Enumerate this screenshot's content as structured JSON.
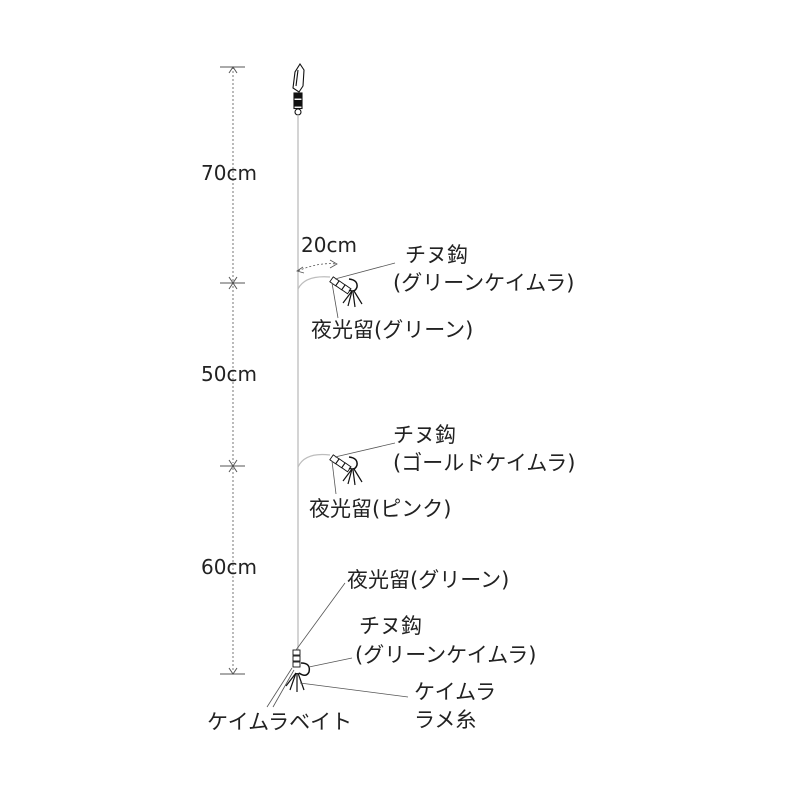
{
  "colors": {
    "line": "#bdbdbd",
    "dim_line": "#555555",
    "text": "#222222",
    "hook": "#111111",
    "bead": "#ffffff"
  },
  "dimensions": {
    "top_section": "70cm",
    "middle_section": "50cm",
    "bottom_section": "60cm",
    "branch_length": "20cm"
  },
  "branch1": {
    "hook_name": "チヌ鈎",
    "hook_color": "(グリーンケイムラ)",
    "bead": "夜光留(グリーン)"
  },
  "branch2": {
    "hook_name": "チヌ鈎",
    "hook_color": "(ゴールドケイムラ)",
    "bead": "夜光留(ピンク)"
  },
  "bottom": {
    "bead": "夜光留(グリーン)",
    "hook_name": "チヌ鈎",
    "hook_color": "(グリーンケイムラ)",
    "thread_line1": "ケイムラ",
    "thread_line2": "ラメ糸",
    "bait": "ケイムラベイト"
  }
}
